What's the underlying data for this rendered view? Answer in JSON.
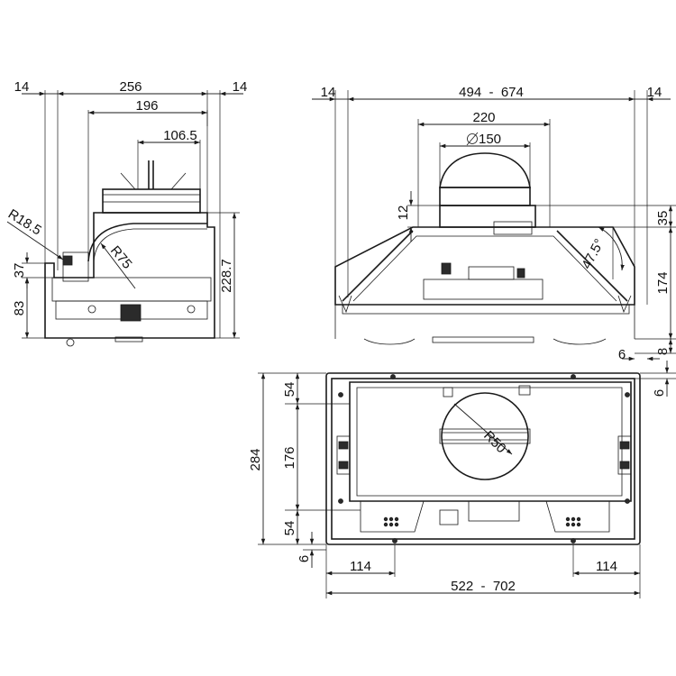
{
  "side_view": {
    "d_14_left": "14",
    "d_256": "256",
    "d_14_right": "14",
    "d_196": "196",
    "d_106_5": "106.5",
    "d_r18_5": "R18.5",
    "d_r75": "R75",
    "d_37": "37",
    "d_83": "83",
    "d_228_7": "228.7"
  },
  "front_view": {
    "d_14_left": "14",
    "d_width_range": "494  -  674",
    "d_14_right": "14",
    "d_220": "220",
    "d_150": "150",
    "d_12": "12",
    "d_35": "35",
    "d_angle": "47.5°",
    "d_174": "174",
    "d_6": "6",
    "d_8": "8"
  },
  "top_view": {
    "d_6_right": "6",
    "d_54_top": "54",
    "d_284": "284",
    "d_176": "176",
    "d_54_bottom": "54",
    "d_6_left": "6",
    "d_r50": "R50",
    "d_114_left": "114",
    "d_114_right": "114",
    "d_length_range": "522  -  702"
  }
}
